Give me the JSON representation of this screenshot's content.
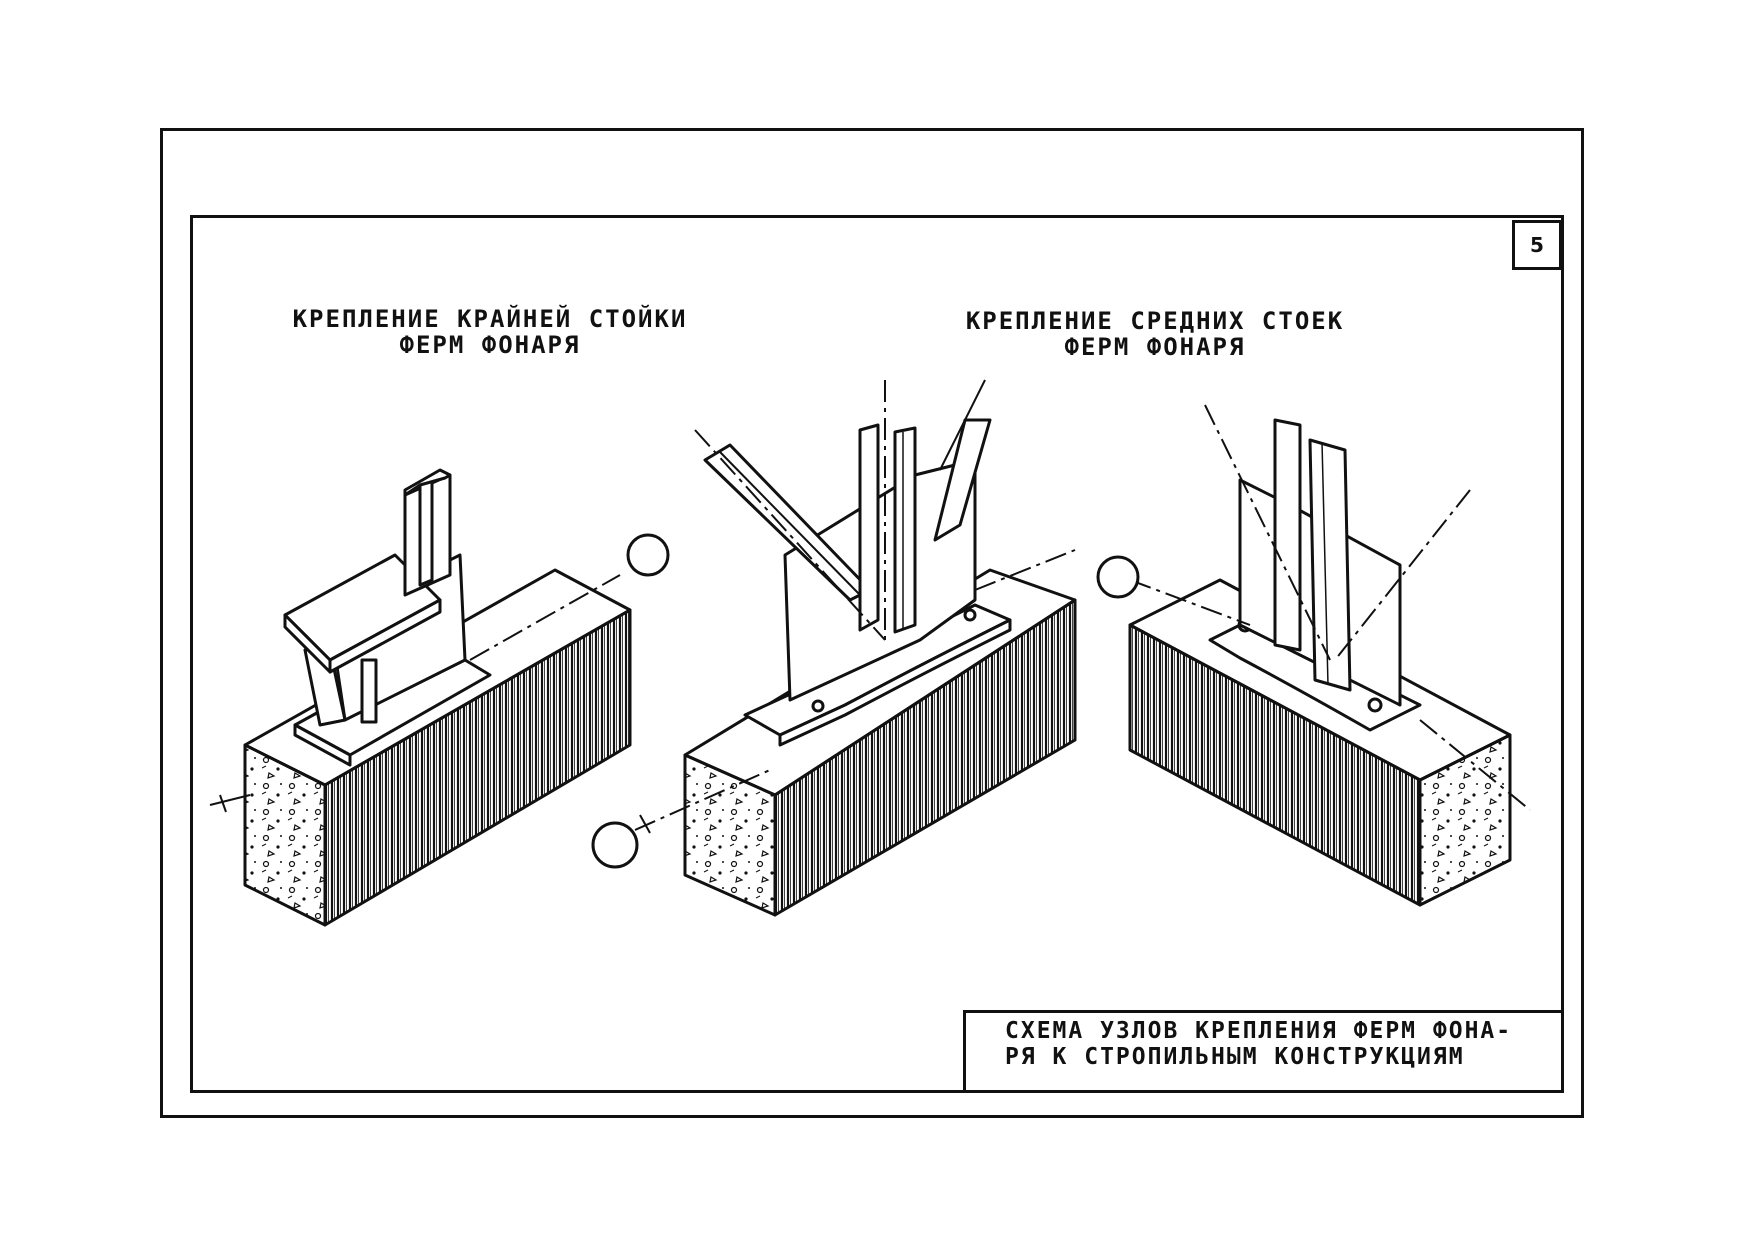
{
  "sheet": {
    "number": "5"
  },
  "captions": {
    "left": {
      "line1": "КРЕПЛЕНИЕ КРАЙНЕЙ СТОЙКИ",
      "line2": "ФЕРМ ФОНАРЯ"
    },
    "right": {
      "line1": "КРЕПЛЕНИЕ СРЕДНИХ СТОЕК",
      "line2": "ФЕРМ ФОНАРЯ"
    }
  },
  "title_block": {
    "line1": "СХЕМА УЗЛОВ КРЕПЛЕНИЯ ФЕРМ ФОНА-",
    "line2": "РЯ К СТРОПИЛЬНЫМ КОНСТРУКЦИЯМ"
  },
  "colors": {
    "ink": "#111111",
    "paper": "#ffffff"
  }
}
